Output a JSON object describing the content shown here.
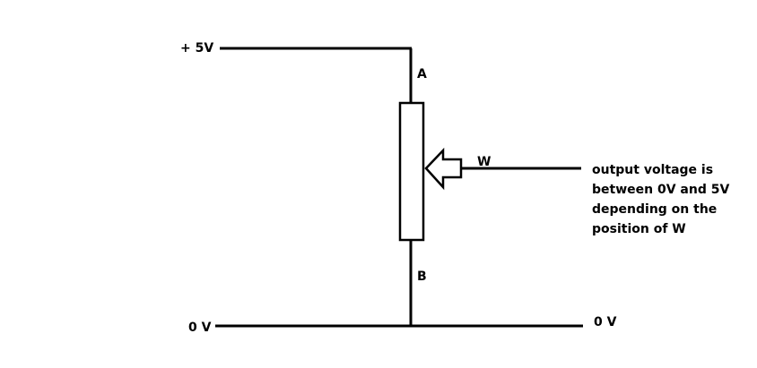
{
  "diagram": {
    "title": "Potentiometer voltage divider",
    "labels": {
      "supply": "+ 5V",
      "terminal_a": "A",
      "terminal_b": "B",
      "wiper": "W",
      "ground_left": "0 V",
      "ground_right": "0 V"
    },
    "note_lines": [
      "output voltage is",
      "between 0V and 5V",
      "depending on the",
      "position of W"
    ],
    "colors": {
      "line": "#000000",
      "background": "#ffffff"
    }
  }
}
